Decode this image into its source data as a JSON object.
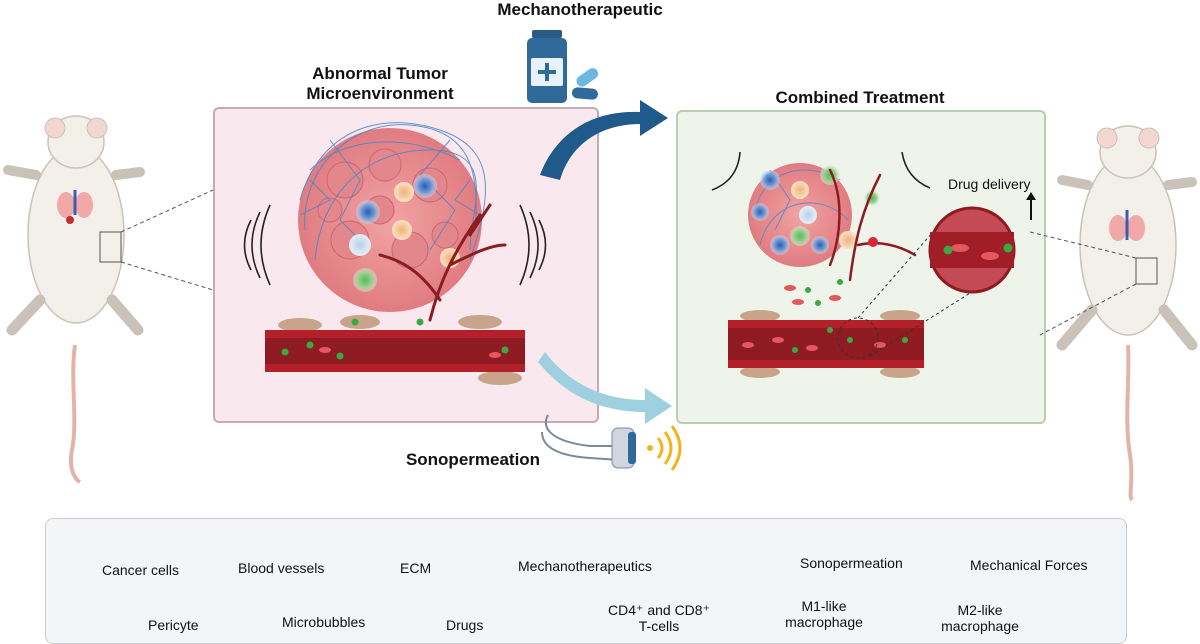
{
  "titles": {
    "mechanotherapeutic": "Mechanotherapeutic",
    "abnormal_line1": "Abnormal Tumor",
    "abnormal_line2": "Microenvironment",
    "combined": "Combined Treatment",
    "sonopermeation": "Sonopermeation",
    "drug_delivery": "Drug delivery"
  },
  "legend": {
    "cancer_cells": "Cancer cells",
    "blood_vessels": "Blood vessels",
    "ecm": "ECM",
    "mechanotherapeutics": "Mechanotherapeutics",
    "sonopermeation": "Sonopermeation",
    "mechanical_forces": "Mechanical Forces",
    "pericyte": "Pericyte",
    "microbubbles": "Microbubbles",
    "drugs": "Drugs",
    "tcells_line1": "CD4⁺ and CD8⁺",
    "tcells_line2": "T-cells",
    "m1_line1": "M1-like",
    "m1_line2": "macrophage",
    "m2_line1": "M2-like",
    "m2_line2": "macrophage"
  },
  "colors": {
    "arrow_dark": "#1f5a8a",
    "arrow_light": "#9fd0df",
    "vessel": "#b3202a",
    "drug_green": "#3aa845",
    "ecm_blue": "#4a86c5",
    "pericyte": "#c7a48a",
    "microbubble": "#ece67a"
  }
}
